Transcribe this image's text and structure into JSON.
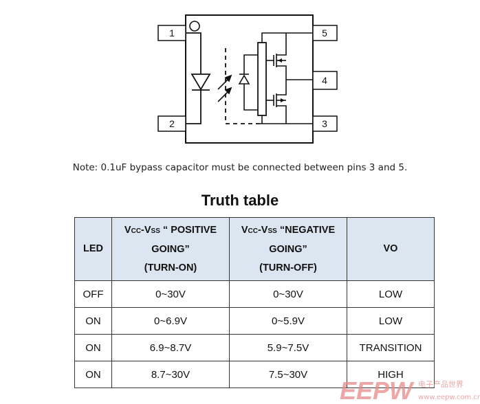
{
  "diagram": {
    "pins": [
      {
        "id": "pin1",
        "label": "1"
      },
      {
        "id": "pin2",
        "label": "2"
      },
      {
        "id": "pin3",
        "label": "3"
      },
      {
        "id": "pin4",
        "label": "4"
      },
      {
        "id": "pin5",
        "label": "5"
      }
    ]
  },
  "note": "Note: 0.1uF bypass capacitor must be connected between pins 3 and 5.",
  "truth_table": {
    "title": "Truth table",
    "headers": {
      "led": "LED",
      "positive": {
        "v1": "V",
        "s1": "CC",
        "mid": "-V",
        "s2": "SS",
        "rest1": " “ POSITIVE",
        "rest2": "GOING”",
        "rest3": "(TURN-ON)"
      },
      "negative": {
        "v1": "V",
        "s1": "CC",
        "mid": "-V",
        "s2": "SS",
        "rest1": " “NEGATIVE",
        "rest2": "GOING”",
        "rest3": "(TURN-OFF)"
      },
      "vo": "VO"
    },
    "rows": [
      {
        "led": "OFF",
        "pos": "0~30V",
        "neg": "0~30V",
        "vo": "LOW"
      },
      {
        "led": "ON",
        "pos": "0~6.9V",
        "neg": "0~5.9V",
        "vo": "LOW"
      },
      {
        "led": "ON",
        "pos": "6.9~8.7V",
        "neg": "5.9~7.5V",
        "vo": "TRANSITION"
      },
      {
        "led": "ON",
        "pos": "8.7~30V",
        "neg": "7.5~30V",
        "vo": "HIGH"
      }
    ]
  },
  "watermark": {
    "text": "EEPW",
    "cn": "电子产品世界",
    "url": "www.eepw.com.cn"
  },
  "colors": {
    "header_fill": "#dce6f1",
    "watermark": "#e88a8a"
  }
}
